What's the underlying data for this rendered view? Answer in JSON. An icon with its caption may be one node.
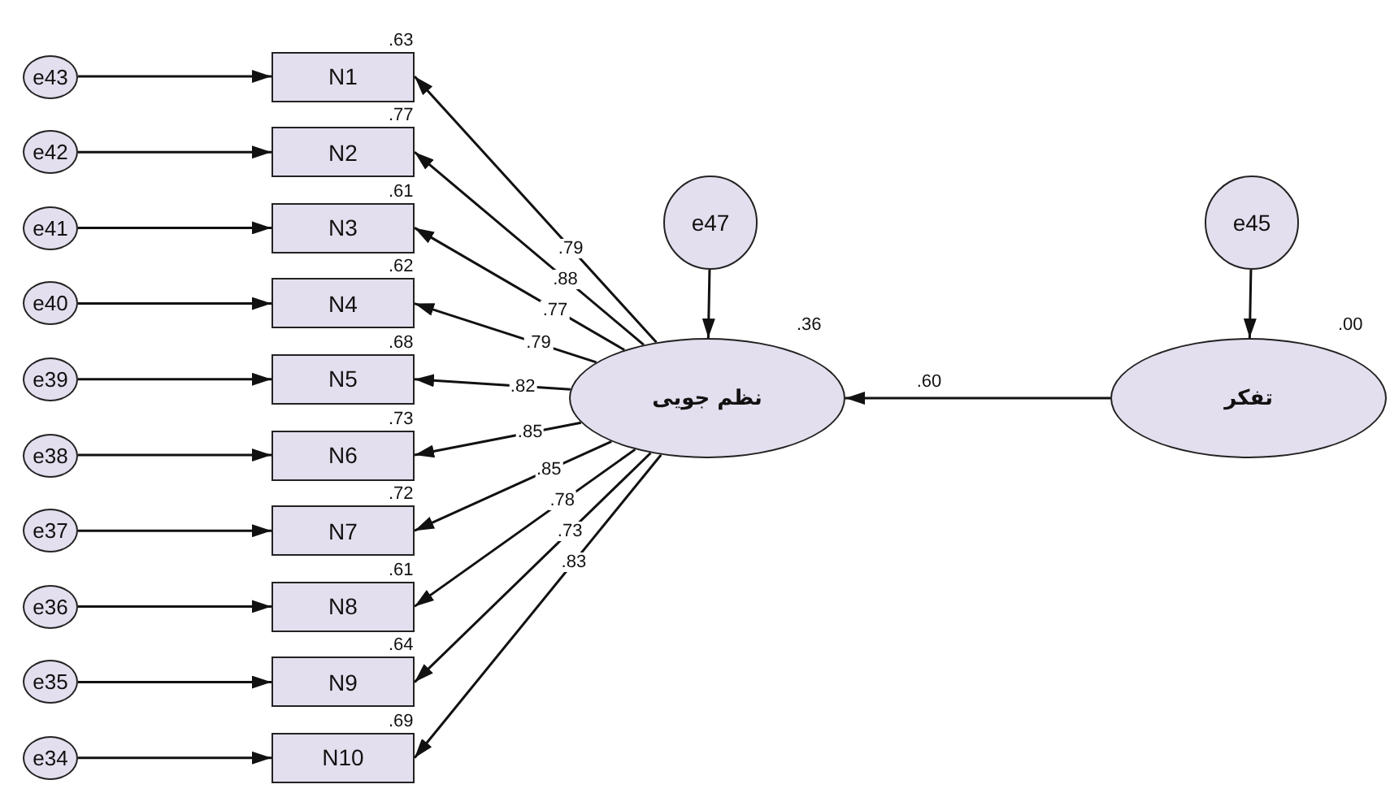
{
  "diagram": {
    "nodes": [
      {
        "text": [
          "e43"
        ]
      },
      {
        "text": [
          "e42"
        ]
      },
      {
        "text": [
          "e41"
        ]
      },
      {
        "text": [
          "e40"
        ]
      },
      {
        "text": [
          "e39"
        ]
      },
      {
        "text": [
          "e38"
        ]
      },
      {
        "text": [
          "e37"
        ]
      },
      {
        "text": [
          "e36"
        ]
      },
      {
        "text": [
          "e35"
        ]
      },
      {
        "text": [
          "e34"
        ]
      },
      {
        "text": [
          "N1"
        ],
        "beside": [
          ".63"
        ]
      },
      {
        "text": [
          "N2"
        ],
        "beside": [
          ".77"
        ]
      },
      {
        "text": [
          "N3"
        ],
        "beside": [
          ".61"
        ]
      },
      {
        "text": [
          "N4"
        ],
        "beside": [
          ".62"
        ]
      },
      {
        "text": [
          "N5"
        ],
        "beside": [
          ".68"
        ]
      },
      {
        "text": [
          "N6"
        ],
        "beside": [
          ".73"
        ]
      },
      {
        "text": [
          "N7"
        ],
        "beside": [
          ".72"
        ]
      },
      {
        "text": [
          "N8"
        ],
        "beside": [
          ".61"
        ]
      },
      {
        "text": [
          "N9"
        ],
        "beside": [
          ".64"
        ]
      },
      {
        "text": [
          "N10"
        ],
        "beside": [
          ".69"
        ]
      },
      {
        "text": [
          "e47"
        ]
      },
      {
        "text": [
          "نظم جویی"
        ],
        "beside": [
          ".36"
        ]
      },
      {
        "text": [
          "e45"
        ]
      },
      {
        "text": [
          "تفکر"
        ],
        "beside": [
          ".00"
        ]
      }
    ],
    "edges": [
      {
        "from": 0,
        "to": 10,
        "arrow": "to"
      },
      {
        "from": 1,
        "to": 11,
        "arrow": "to"
      },
      {
        "from": 2,
        "to": 12,
        "arrow": "to"
      },
      {
        "from": 3,
        "to": 13,
        "arrow": "to"
      },
      {
        "from": 4,
        "to": 14,
        "arrow": "to"
      },
      {
        "from": 5,
        "to": 15,
        "arrow": "to"
      },
      {
        "from": 6,
        "to": 16,
        "arrow": "to"
      },
      {
        "from": 7,
        "to": 17,
        "arrow": "to"
      },
      {
        "from": 8,
        "to": 18,
        "arrow": "to"
      },
      {
        "from": 9,
        "to": 19,
        "arrow": "to"
      },
      {
        "from": 21,
        "to": 10,
        "arrow": "to",
        "label": ".79"
      },
      {
        "from": 21,
        "to": 11,
        "arrow": "to",
        "label": ".88"
      },
      {
        "from": 21,
        "to": 12,
        "arrow": "to",
        "label": ".77"
      },
      {
        "from": 21,
        "to": 13,
        "arrow": "to",
        "label": ".79"
      },
      {
        "from": 21,
        "to": 14,
        "arrow": "to",
        "label": ".82"
      },
      {
        "from": 21,
        "to": 15,
        "arrow": "to",
        "label": ".85"
      },
      {
        "from": 21,
        "to": 16,
        "arrow": "to",
        "label": ".85"
      },
      {
        "from": 21,
        "to": 17,
        "arrow": "to",
        "label": ".78"
      },
      {
        "from": 21,
        "to": 18,
        "arrow": "to",
        "label": ".73"
      },
      {
        "from": 21,
        "to": 19,
        "arrow": "to",
        "label": ".83"
      },
      {
        "from": 20,
        "to": 21,
        "arrow": "to"
      },
      {
        "from": 22,
        "to": 23,
        "arrow": "to"
      },
      {
        "from": 23,
        "to": 21,
        "arrow": "to",
        "label": ".60"
      }
    ]
  }
}
